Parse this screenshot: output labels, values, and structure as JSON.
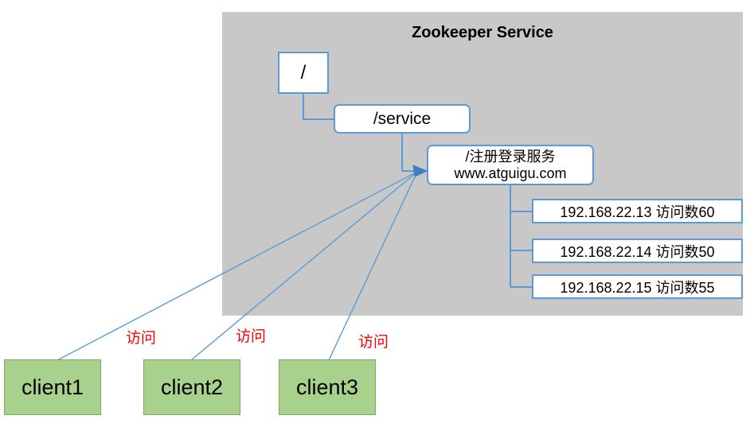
{
  "panel": {
    "title": "Zookeeper Service",
    "background_color": "#c8c8c8"
  },
  "tree": {
    "root": {
      "label": "/"
    },
    "service": {
      "label": "/service"
    },
    "register": {
      "line1": "/注册登录服务",
      "line2": "www.atguigu.com"
    },
    "servers": [
      {
        "label": "192.168.22.13  访问数60"
      },
      {
        "label": "192.168.22.14 访问数50"
      },
      {
        "label": "192.168.22.15 访问数55"
      }
    ]
  },
  "clients": [
    {
      "label": "client1",
      "access_label": "访问"
    },
    {
      "label": "client2",
      "access_label": "访问"
    },
    {
      "label": "client3",
      "access_label": "访问"
    }
  ],
  "colors": {
    "node_border": "#5b9bd5",
    "node_fill": "#ffffff",
    "client_fill": "#a9d18e",
    "client_border": "#7fa864",
    "connector": "#5b9bd5",
    "access_text": "#ff0000",
    "panel_fill": "#c8c8c8"
  }
}
